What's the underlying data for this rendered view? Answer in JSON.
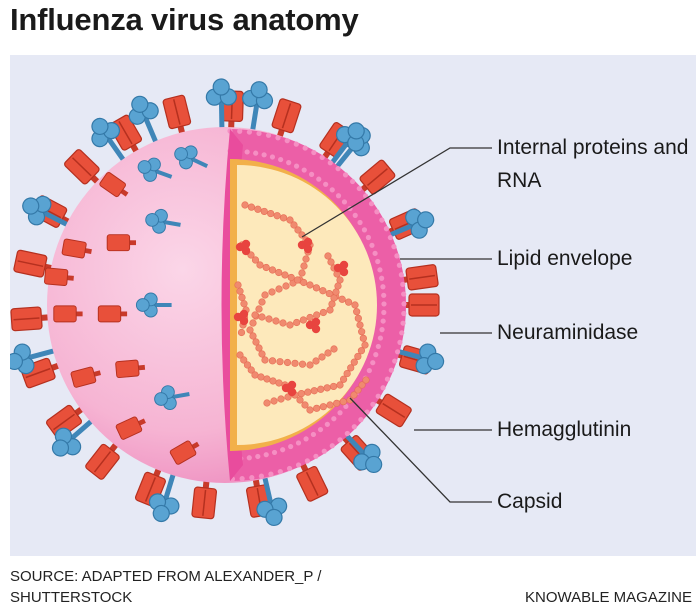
{
  "title": "Influenza virus anatomy",
  "labels": {
    "internal": "Internal proteins and RNA",
    "lipid": "Lipid envelope",
    "neuraminidase": "Neuraminidase",
    "hemagglutinin": "Hemagglutinin",
    "capsid": "Capsid"
  },
  "footer": {
    "source_line1": "SOURCE: ADAPTED FROM ALEXANDER_P /",
    "source_line2": "SHUTTERSTOCK",
    "brand": "KNOWABLE MAGAZINE"
  },
  "colors": {
    "background": "#e6e9f5",
    "outer_sphere": "#f6b8d6",
    "envelope": "#ec5fa7",
    "capsid": "#f2b04a",
    "interior": "#fde9bb",
    "rna": "#f08a6f",
    "hemagglutinin": "#e8503a",
    "neuraminidase": "#59a3d2"
  }
}
